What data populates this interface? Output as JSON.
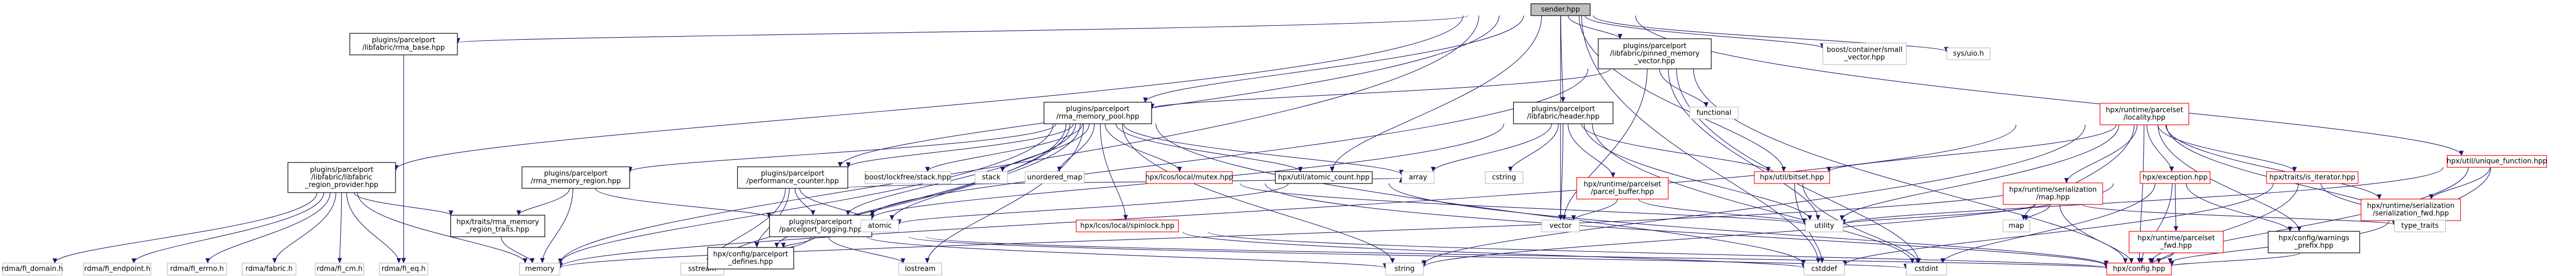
{
  "colors": {
    "edge": "#191970",
    "focus_fill": "#bfbfbf",
    "focus_stroke": "#000000",
    "internal_stroke": "#000000",
    "missing_stroke": "#ff0000",
    "external_stroke": "#bfbfbf",
    "fill": "#ffffff"
  },
  "nodes": [
    {
      "id": "sender",
      "lines": [
        "sender.hpp"
      ],
      "kind": "focus"
    },
    {
      "id": "rma_base",
      "lines": [
        "plugins/parcelport",
        "/libfabric/rma_base.hpp"
      ],
      "kind": "internal"
    },
    {
      "id": "pinned_memory",
      "lines": [
        "plugins/parcelport",
        "/libfabric/pinned_memory",
        "_vector.hpp"
      ],
      "kind": "internal"
    },
    {
      "id": "small_vector",
      "lines": [
        "boost/container/small",
        "_vector.hpp"
      ],
      "kind": "external"
    },
    {
      "id": "sys_uio",
      "lines": [
        "sys/uio.h"
      ],
      "kind": "external"
    },
    {
      "id": "unique_function",
      "lines": [
        "hpx/util/unique_function.hpp"
      ],
      "kind": "missing"
    },
    {
      "id": "region_provider",
      "lines": [
        "plugins/parcelport",
        "/libfabric/libfabric",
        "_region_provider.hpp"
      ],
      "kind": "internal"
    },
    {
      "id": "rma_memory_pool",
      "lines": [
        "plugins/parcelport",
        "/rma_memory_pool.hpp"
      ],
      "kind": "internal"
    },
    {
      "id": "header",
      "lines": [
        "plugins/parcelport",
        "/libfabric/header.hpp"
      ],
      "kind": "internal"
    },
    {
      "id": "functional",
      "lines": [
        "functional"
      ],
      "kind": "external"
    },
    {
      "id": "locality",
      "lines": [
        "hpx/runtime/parcelset",
        "/locality.hpp"
      ],
      "kind": "missing"
    },
    {
      "id": "rdma_domain",
      "lines": [
        "rdma/fi_domain.h"
      ],
      "kind": "external"
    },
    {
      "id": "rdma_endpoint",
      "lines": [
        "rdma/fi_endpoint.h"
      ],
      "kind": "external"
    },
    {
      "id": "rdma_errno",
      "lines": [
        "rdma/fi_errno.h"
      ],
      "kind": "external"
    },
    {
      "id": "rdma_fabric",
      "lines": [
        "rdma/fabric.h"
      ],
      "kind": "external"
    },
    {
      "id": "rdma_cm",
      "lines": [
        "rdma/fi_cm.h"
      ],
      "kind": "external"
    },
    {
      "id": "rdma_eq",
      "lines": [
        "rdma/fi_eq.h"
      ],
      "kind": "external"
    },
    {
      "id": "rma_memory_region",
      "lines": [
        "plugins/parcelport",
        "/rma_memory_region.hpp"
      ],
      "kind": "internal"
    },
    {
      "id": "performance_counter",
      "lines": [
        "plugins/parcelport",
        "/performance_counter.hpp"
      ],
      "kind": "internal"
    },
    {
      "id": "lockfree_stack",
      "lines": [
        "boost/lockfree/stack.hpp"
      ],
      "kind": "external"
    },
    {
      "id": "stack",
      "lines": [
        "stack"
      ],
      "kind": "external"
    },
    {
      "id": "unordered_map",
      "lines": [
        "unordered_map"
      ],
      "kind": "external"
    },
    {
      "id": "local_mutex",
      "lines": [
        "hpx/lcos/local/mutex.hpp"
      ],
      "kind": "missing"
    },
    {
      "id": "atomic_count",
      "lines": [
        "hpx/util/atomic_count.hpp"
      ],
      "kind": "internal"
    },
    {
      "id": "array",
      "lines": [
        "array"
      ],
      "kind": "external"
    },
    {
      "id": "cstring",
      "lines": [
        "cstring"
      ],
      "kind": "external"
    },
    {
      "id": "parcel_buffer",
      "lines": [
        "hpx/runtime/parcelset",
        "/parcel_buffer.hpp"
      ],
      "kind": "missing"
    },
    {
      "id": "bitset",
      "lines": [
        "hpx/util/bitset.hpp"
      ],
      "kind": "missing"
    },
    {
      "id": "serialization_map",
      "lines": [
        "hpx/runtime/serialization",
        "/map.hpp"
      ],
      "kind": "missing"
    },
    {
      "id": "exception",
      "lines": [
        "hpx/exception.hpp"
      ],
      "kind": "missing"
    },
    {
      "id": "is_iterator",
      "lines": [
        "hpx/traits/is_iterator.hpp"
      ],
      "kind": "missing"
    },
    {
      "id": "serialization_fwd",
      "lines": [
        "hpx/runtime/serialization",
        "/serialization_fwd.hpp"
      ],
      "kind": "missing"
    },
    {
      "id": "traits_rma",
      "lines": [
        "hpx/traits/rma_memory",
        "_region_traits.hpp"
      ],
      "kind": "internal"
    },
    {
      "id": "parcelport_logging",
      "lines": [
        "plugins/parcelport",
        "/parcelport_logging.hpp"
      ],
      "kind": "internal"
    },
    {
      "id": "atomic",
      "lines": [
        "atomic"
      ],
      "kind": "external"
    },
    {
      "id": "spinlock",
      "lines": [
        "hpx/lcos/local/spinlock.hpp"
      ],
      "kind": "missing"
    },
    {
      "id": "vector",
      "lines": [
        "vector"
      ],
      "kind": "external"
    },
    {
      "id": "utility",
      "lines": [
        "utility"
      ],
      "kind": "external"
    },
    {
      "id": "parcel_fwd",
      "lines": [
        "hpx/runtime/parcelset",
        "_fwd.hpp"
      ],
      "kind": "missing"
    },
    {
      "id": "warnings_prefix",
      "lines": [
        "hpx/config/warnings",
        "_prefix.hpp"
      ],
      "kind": "internal"
    },
    {
      "id": "type_traits",
      "lines": [
        "type_traits"
      ],
      "kind": "external"
    },
    {
      "id": "map",
      "lines": [
        "map"
      ],
      "kind": "external"
    },
    {
      "id": "memory",
      "lines": [
        "memory"
      ],
      "kind": "external"
    },
    {
      "id": "sstream",
      "lines": [
        "sstream"
      ],
      "kind": "external"
    },
    {
      "id": "config_defines",
      "lines": [
        "hpx/config/parcelport",
        "_defines.hpp"
      ],
      "kind": "internal"
    },
    {
      "id": "iostream",
      "lines": [
        "iostream"
      ],
      "kind": "external"
    },
    {
      "id": "string",
      "lines": [
        "string"
      ],
      "kind": "external"
    },
    {
      "id": "cstddef",
      "lines": [
        "cstddef"
      ],
      "kind": "external"
    },
    {
      "id": "cstdint",
      "lines": [
        "cstdint"
      ],
      "kind": "external"
    },
    {
      "id": "config",
      "lines": [
        "hpx/config.hpp"
      ],
      "kind": "missing"
    }
  ],
  "edges": [
    [
      "sender",
      "rma_base"
    ],
    [
      "sender",
      "pinned_memory"
    ],
    [
      "sender",
      "small_vector"
    ],
    [
      "sender",
      "sys_uio"
    ],
    [
      "sender",
      "unique_function"
    ],
    [
      "sender",
      "region_provider"
    ],
    [
      "sender",
      "rma_memory_pool"
    ],
    [
      "sender",
      "header"
    ],
    [
      "sender",
      "memory"
    ],
    [
      "sender",
      "atomic_count"
    ],
    [
      "sender",
      "bitset"
    ],
    [
      "sender",
      "performance_counter"
    ],
    [
      "sender",
      "cstddef"
    ],
    [
      "sender",
      "vector"
    ],
    [
      "rma_base",
      "rdma_eq"
    ],
    [
      "pinned_memory",
      "rma_memory_pool"
    ],
    [
      "pinned_memory",
      "functional"
    ],
    [
      "pinned_memory",
      "utility"
    ],
    [
      "pinned_memory",
      "cstdint"
    ],
    [
      "pinned_memory",
      "vector"
    ],
    [
      "pinned_memory",
      "config"
    ],
    [
      "pinned_memory",
      "parcelport_logging"
    ],
    [
      "unique_function",
      "type_traits"
    ],
    [
      "unique_function",
      "utility"
    ],
    [
      "unique_function",
      "serialization_fwd"
    ],
    [
      "unique_function",
      "config"
    ],
    [
      "region_provider",
      "rdma_domain"
    ],
    [
      "region_provider",
      "rdma_endpoint"
    ],
    [
      "region_provider",
      "rdma_errno"
    ],
    [
      "region_provider",
      "rdma_fabric"
    ],
    [
      "region_provider",
      "rdma_cm"
    ],
    [
      "region_provider",
      "rdma_eq"
    ],
    [
      "region_provider",
      "traits_rma"
    ],
    [
      "region_provider",
      "memory"
    ],
    [
      "rma_memory_pool",
      "rma_memory_region"
    ],
    [
      "rma_memory_pool",
      "performance_counter"
    ],
    [
      "rma_memory_pool",
      "lockfree_stack"
    ],
    [
      "rma_memory_pool",
      "stack"
    ],
    [
      "rma_memory_pool",
      "unordered_map"
    ],
    [
      "rma_memory_pool",
      "local_mutex"
    ],
    [
      "rma_memory_pool",
      "atomic_count"
    ],
    [
      "rma_memory_pool",
      "array"
    ],
    [
      "rma_memory_pool",
      "atomic"
    ],
    [
      "rma_memory_pool",
      "memory"
    ],
    [
      "rma_memory_pool",
      "iostream"
    ],
    [
      "rma_memory_pool",
      "string"
    ],
    [
      "rma_memory_pool",
      "cstddef"
    ],
    [
      "rma_memory_pool",
      "sstream"
    ],
    [
      "rma_memory_pool",
      "config_defines"
    ],
    [
      "rma_memory_pool",
      "parcelport_logging"
    ],
    [
      "rma_memory_pool",
      "spinlock"
    ],
    [
      "header",
      "array"
    ],
    [
      "header",
      "cstring"
    ],
    [
      "header",
      "parcel_buffer"
    ],
    [
      "header",
      "bitset"
    ],
    [
      "header",
      "utility"
    ],
    [
      "header",
      "vector"
    ],
    [
      "header",
      "cstdint"
    ],
    [
      "header",
      "parcelport_logging"
    ],
    [
      "locality",
      "bitset"
    ],
    [
      "locality",
      "serialization_map"
    ],
    [
      "locality",
      "exception"
    ],
    [
      "locality",
      "is_iterator"
    ],
    [
      "locality",
      "serialization_fwd"
    ],
    [
      "locality",
      "warnings_prefix"
    ],
    [
      "locality",
      "utility"
    ],
    [
      "locality",
      "map"
    ],
    [
      "locality",
      "memory"
    ],
    [
      "locality",
      "string"
    ],
    [
      "locality",
      "config"
    ],
    [
      "locality",
      "type_traits"
    ],
    [
      "rma_memory_region",
      "parcelport_logging"
    ],
    [
      "rma_memory_region",
      "traits_rma"
    ],
    [
      "rma_memory_region",
      "memory"
    ],
    [
      "performance_counter",
      "parcelport_logging"
    ],
    [
      "performance_counter",
      "atomic"
    ],
    [
      "performance_counter",
      "config_defines"
    ],
    [
      "performance_counter",
      "sstream"
    ],
    [
      "performance_counter",
      "array"
    ],
    [
      "local_mutex",
      "config"
    ],
    [
      "local_mutex",
      "utility"
    ],
    [
      "atomic_count",
      "atomic"
    ],
    [
      "atomic_count",
      "config"
    ],
    [
      "parcel_buffer",
      "vector"
    ],
    [
      "parcel_buffer",
      "utility"
    ],
    [
      "bitset",
      "cstddef"
    ],
    [
      "bitset",
      "cstdint"
    ],
    [
      "serialization_map",
      "map"
    ],
    [
      "serialization_map",
      "type_traits"
    ],
    [
      "serialization_map",
      "utility"
    ],
    [
      "serialization_map",
      "config"
    ],
    [
      "exception",
      "parcel_fwd"
    ],
    [
      "exception",
      "string"
    ],
    [
      "exception",
      "cstdint"
    ],
    [
      "exception",
      "config"
    ],
    [
      "exception",
      "warnings_prefix"
    ],
    [
      "exception",
      "memory"
    ],
    [
      "is_iterator",
      "type_traits"
    ],
    [
      "is_iterator",
      "cstddef"
    ],
    [
      "is_iterator",
      "config"
    ],
    [
      "serialization_fwd",
      "type_traits"
    ],
    [
      "serialization_fwd",
      "config"
    ],
    [
      "traits_rma",
      "memory"
    ],
    [
      "parcelport_logging",
      "iostream"
    ],
    [
      "parcelport_logging",
      "string"
    ],
    [
      "parcelport_logging",
      "sstream"
    ],
    [
      "parcelport_logging",
      "config_defines"
    ],
    [
      "parcelport_logging",
      "cstdint"
    ],
    [
      "parcelport_logging",
      "config"
    ],
    [
      "spinlock",
      "cstddef"
    ],
    [
      "spinlock",
      "config"
    ],
    [
      "parcel_fwd",
      "config"
    ],
    [
      "warnings_prefix",
      "config"
    ]
  ]
}
